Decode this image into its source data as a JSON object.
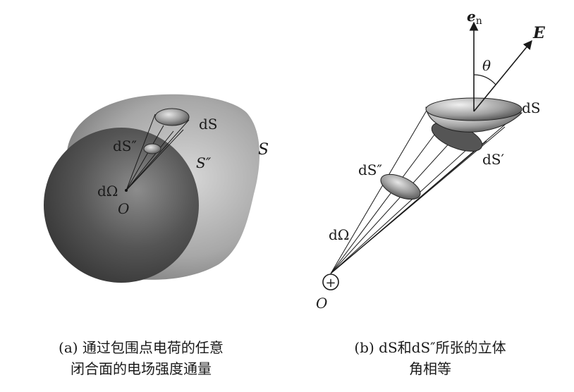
{
  "panel_a": {
    "labels": {
      "dS": "dS",
      "dS_dprime": "dS″",
      "S_dprime": "S″",
      "S": "S",
      "dOmega": "dΩ",
      "O": "O"
    },
    "caption_line1": "(a) 通过包围点电荷的任意",
    "caption_line2": "闭合面的电场强度通量"
  },
  "panel_b": {
    "labels": {
      "en_base": "e",
      "en_sub": "n",
      "E": "E",
      "theta": "θ",
      "dS": "dS",
      "dS_prime": "dS′",
      "dS_dprime": "dS″",
      "dOmega": "dΩ",
      "O": "O",
      "charge": "+"
    },
    "caption_line1": "(b) dS和dS″所张的立体",
    "caption_line2": "角相等"
  },
  "colors": {
    "outer_surface": "#9a9a9a",
    "sphere_dark": "#4a4a4a",
    "line": "#222222"
  }
}
